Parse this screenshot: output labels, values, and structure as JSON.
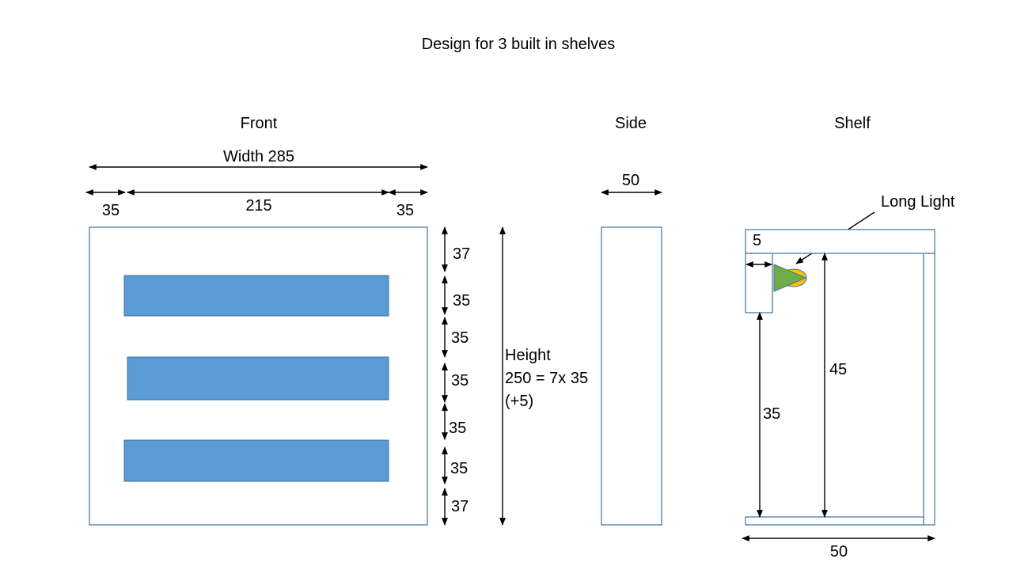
{
  "title": "Design for 3 built in shelves",
  "front": {
    "label": "Front",
    "width_label": "Width 285",
    "margin_left": "35",
    "inner_width": "215",
    "margin_right": "35",
    "row_heights": [
      "37",
      "35",
      "35",
      "35",
      "35",
      "35",
      "37"
    ],
    "height_lines": [
      "Height",
      "250 = 7x 35",
      "(+5)"
    ]
  },
  "side": {
    "label": "Side",
    "depth": "50"
  },
  "shelf": {
    "label": "Shelf",
    "light_label": "Long Light",
    "top_thickness": "5",
    "lower_height": "35",
    "full_height": "45",
    "depth": "50"
  },
  "colors": {
    "shelf_fill": "#5b9bd5",
    "outline": "#41719c",
    "light_green": "#70ad47",
    "light_yellow": "#ffc000"
  }
}
